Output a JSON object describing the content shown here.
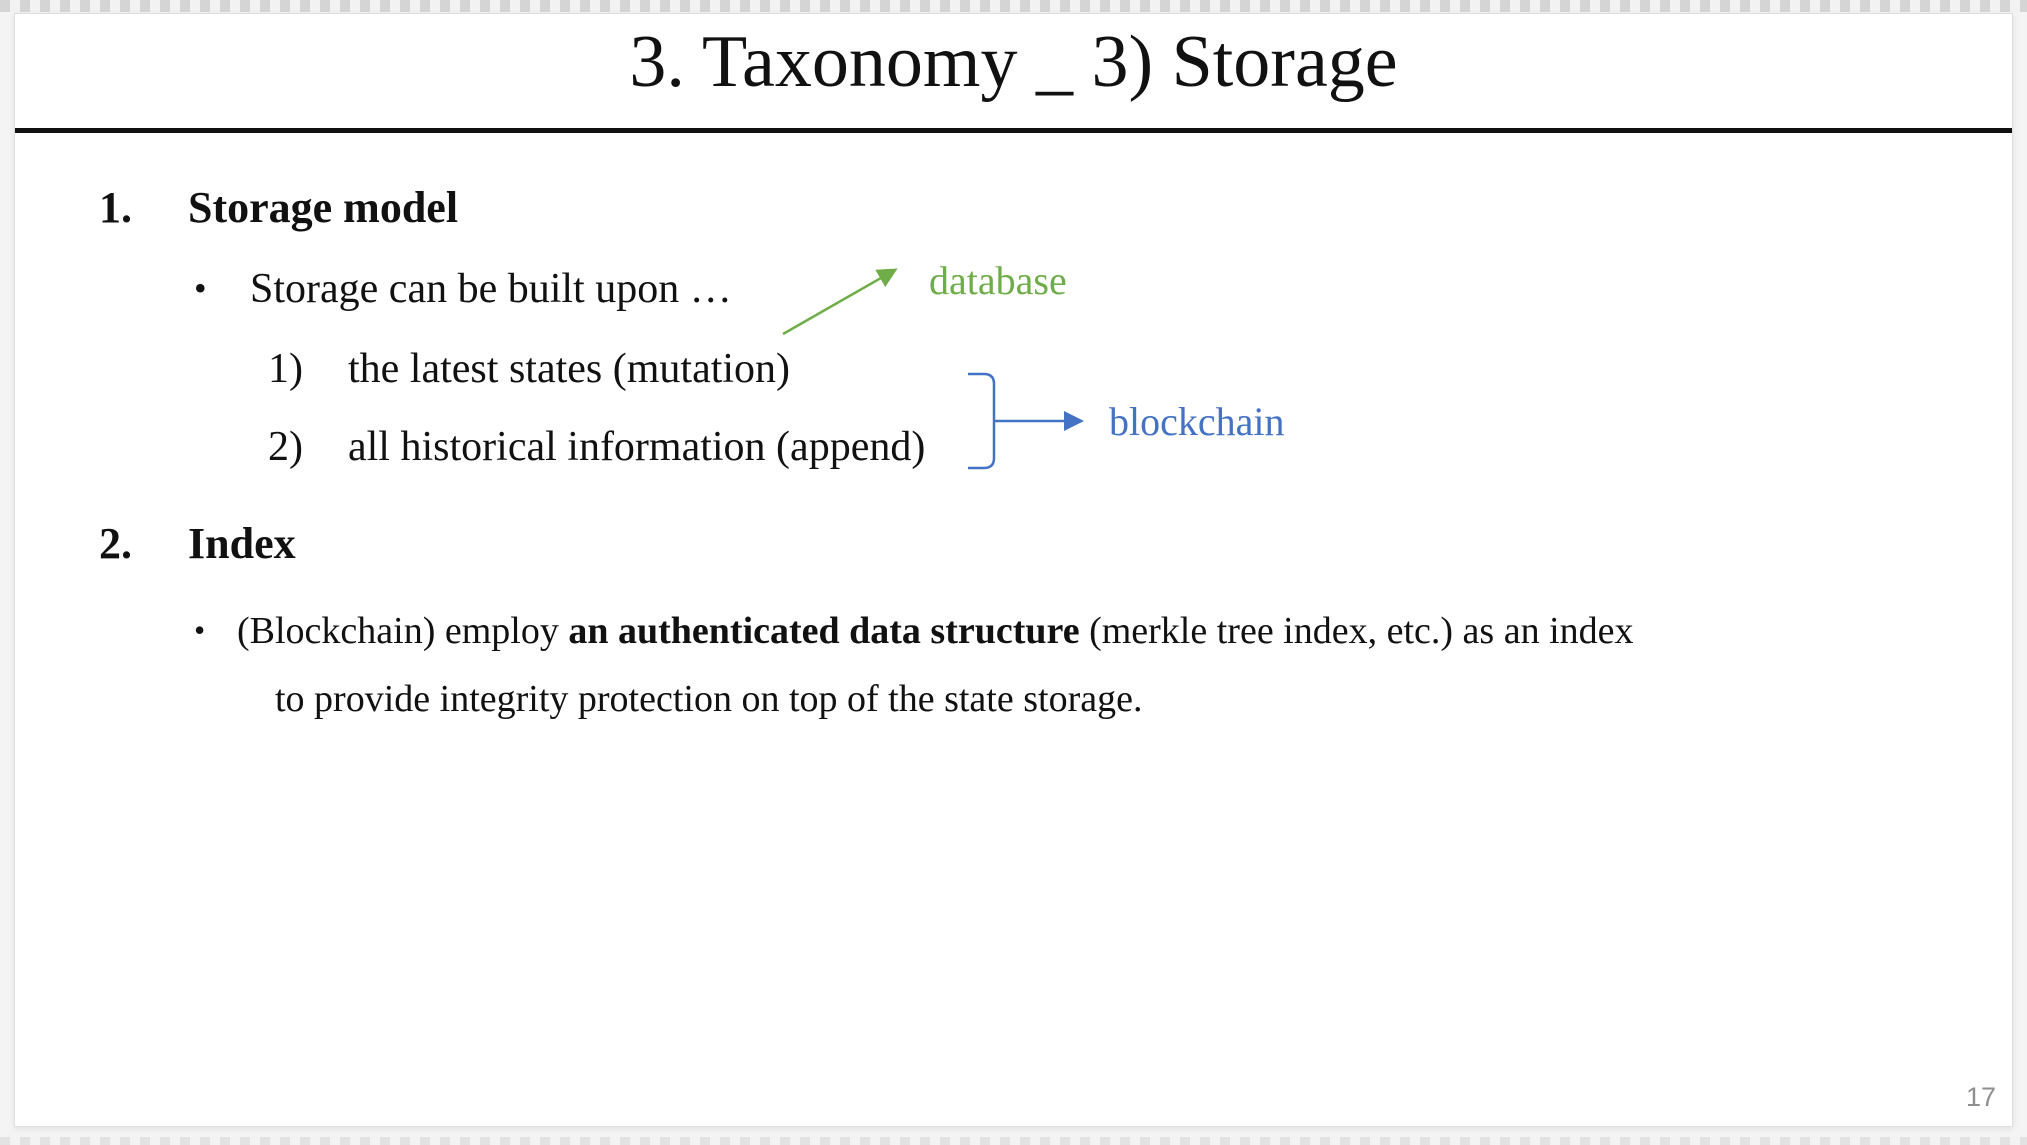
{
  "slide": {
    "title": "3. Taxonomy _ 3) Storage",
    "page_number": "17",
    "sections": [
      {
        "number": "1.",
        "heading": "Storage model",
        "bullet_marker": "•",
        "bullet_text": "Storage can be built upon …",
        "items": [
          {
            "number": "1)",
            "text": "the latest states (mutation)"
          },
          {
            "number": "2)",
            "text": "all historical information (append)"
          }
        ]
      },
      {
        "number": "2.",
        "heading": "Index",
        "bullet_marker": "•",
        "line1_prefix": "(Blockchain) employ ",
        "line1_bold": "an authenticated data structure",
        "line1_suffix": " (merkle tree index, etc.) as an index",
        "line2": "to provide integrity protection on top of the state storage."
      }
    ],
    "annotations": {
      "database_label": "database",
      "blockchain_label": "blockchain"
    },
    "colors": {
      "green": "#6FAD49",
      "blue": "#4472C4",
      "gray": "#8E8E8E",
      "ink": "#111111"
    }
  }
}
